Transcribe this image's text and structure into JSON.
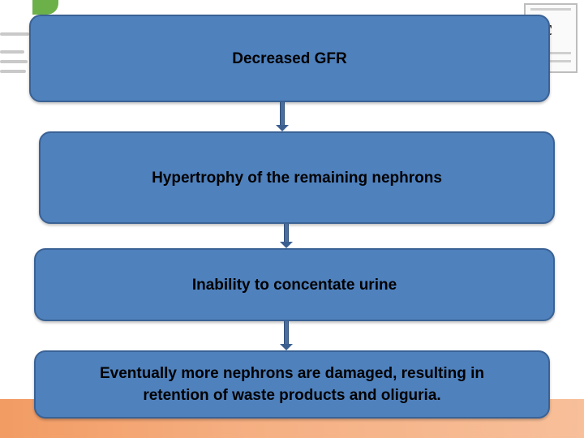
{
  "flowchart": {
    "steps": [
      "Decreased GFR",
      "Hypertrophy of the remaining nephrons",
      "Inability to concentate urine",
      "Eventually more nephrons are damaged, resulting in retention of waste products and oliguria."
    ]
  },
  "colors": {
    "box_fill": "#4f81bd",
    "box_border": "#3a6295",
    "bottom_band": "#f08a48",
    "logo_leaf": "#6cb04a"
  },
  "icons": [
    "left-institution-logo",
    "right-college-logo"
  ]
}
